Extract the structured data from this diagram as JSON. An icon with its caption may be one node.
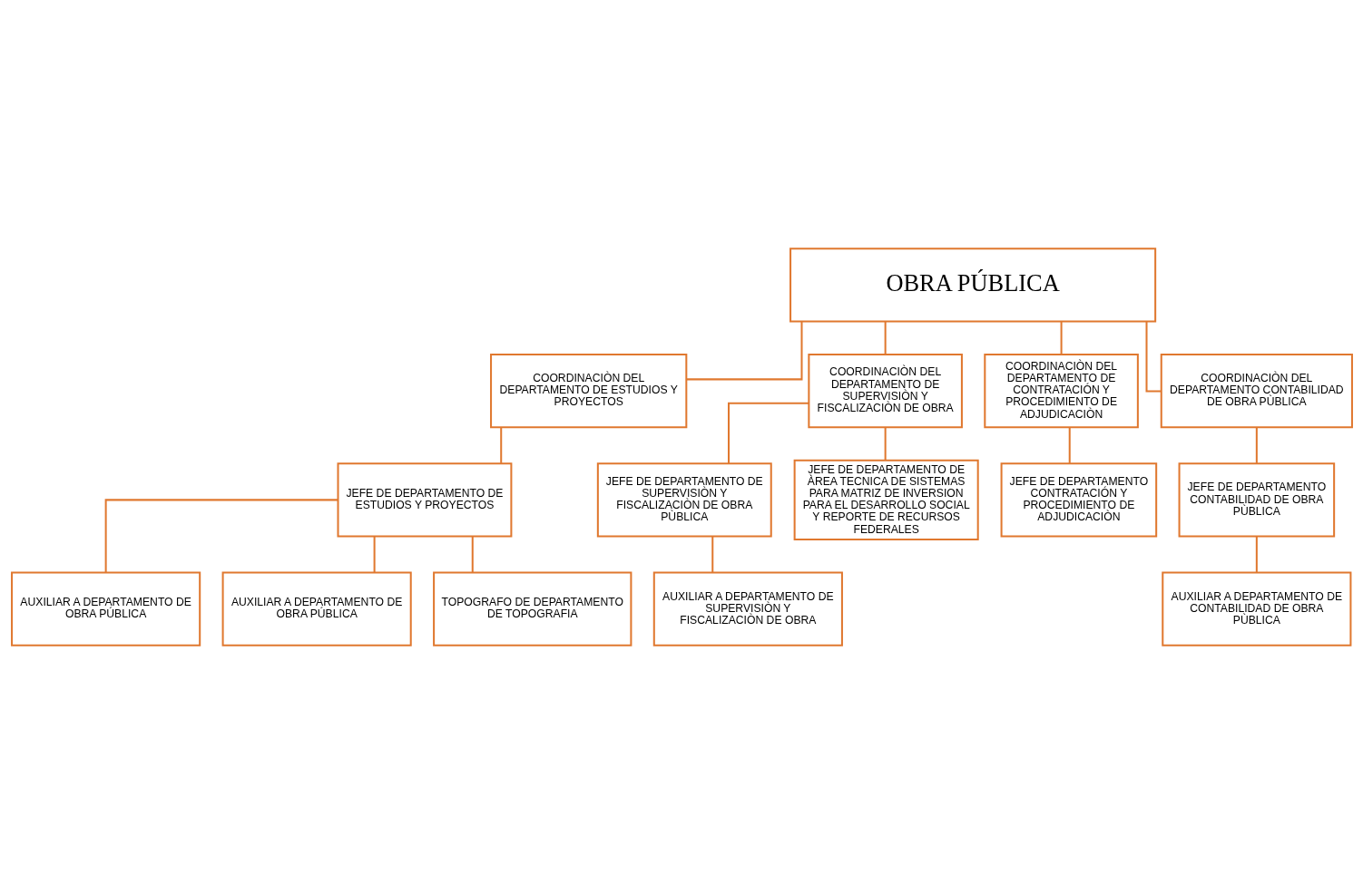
{
  "diagram": {
    "nodes": [
      {
        "text": [
          "OBRA PÚBLICA"
        ]
      },
      {
        "text": [
          "COORDINACIÒN DEL DEPARTAMENTO DE ESTUDIOS Y PROYECTOS"
        ]
      },
      {
        "text": [
          "COORDINACIÒN DEL DEPARTAMENTO DE SUPERVISIÒN Y FISCALIZACIÒN DE OBRA"
        ]
      },
      {
        "text": [
          "COORDINACIÒN DEL DEPARTAMENTO DE CONTRATACIÓN Y PROCEDIMIENTO DE ADJUDICACIÒN"
        ]
      },
      {
        "text": [
          "COORDINACIÒN DEL DEPARTAMENTO CONTABILIDAD DE OBRA PÙBLICA"
        ]
      },
      {
        "text": [
          "JEFE DE DEPARTAMENTO DE ESTUDIOS Y PROYECTOS"
        ]
      },
      {
        "text": [
          "JEFE DE DEPARTAMENTO DE SUPERVISIÒN Y FISCALIZACIÒN DE OBRA PÙBLICA"
        ]
      },
      {
        "text": [
          "JEFE DE DEPARTAMENTO DE ÀREA TECNICA DE SISTEMAS PARA MATRIZ DE INVERSION PARA EL DESARROLLO SOCIAL Y REPORTE DE RECURSOS FEDERALES"
        ]
      },
      {
        "text": [
          "JEFE DE DEPARTAMENTO CONTRATACIÓN Y PROCEDIMIENTO DE ADJUDICACIÒN"
        ]
      },
      {
        "text": [
          "JEFE DE DEPARTAMENTO CONTABILIDAD DE OBRA PÙBLICA"
        ]
      },
      {
        "text": [
          "AUXILIAR A DEPARTAMENTO DE OBRA PÚBLICA"
        ]
      },
      {
        "text": [
          "AUXILIAR A DEPARTAMENTO DE SUPERVISIÒN Y FISCALIZACIÒN DE OBRA"
        ]
      },
      {
        "text": [
          "AUXILIAR A DEPARTAMENTO DE CONTABILIDAD DE OBRA PÙBLICA"
        ]
      },
      {
        "text": [
          "AUXILIAR A DEPARTAMENTO DE OBRA PÚBLICA"
        ]
      },
      {
        "text": [
          "TOPOGRAFO DE DEPARTAMENTO DE TOPOGRAFIA"
        ]
      }
    ],
    "edges": [
      {
        "from": 0,
        "to": 1,
        "arrow": "none"
      },
      {
        "from": 0,
        "to": 2,
        "arrow": "none"
      },
      {
        "from": 0,
        "to": 3,
        "arrow": "none"
      },
      {
        "from": 0,
        "to": 4,
        "arrow": "none"
      },
      {
        "from": 1,
        "to": 5,
        "arrow": "none"
      },
      {
        "from": 2,
        "to": 6,
        "arrow": "none"
      },
      {
        "from": 2,
        "to": 7,
        "arrow": "none"
      },
      {
        "from": 3,
        "to": 8,
        "arrow": "none"
      },
      {
        "from": 4,
        "to": 9,
        "arrow": "none"
      },
      {
        "from": 5,
        "to": 10,
        "arrow": "none"
      },
      {
        "from": 6,
        "to": 11,
        "arrow": "none"
      },
      {
        "from": 9,
        "to": 12,
        "arrow": "none"
      },
      {
        "from": 5,
        "to": 13,
        "arrow": "none"
      },
      {
        "from": 5,
        "to": 14,
        "arrow": "none"
      }
    ]
  }
}
